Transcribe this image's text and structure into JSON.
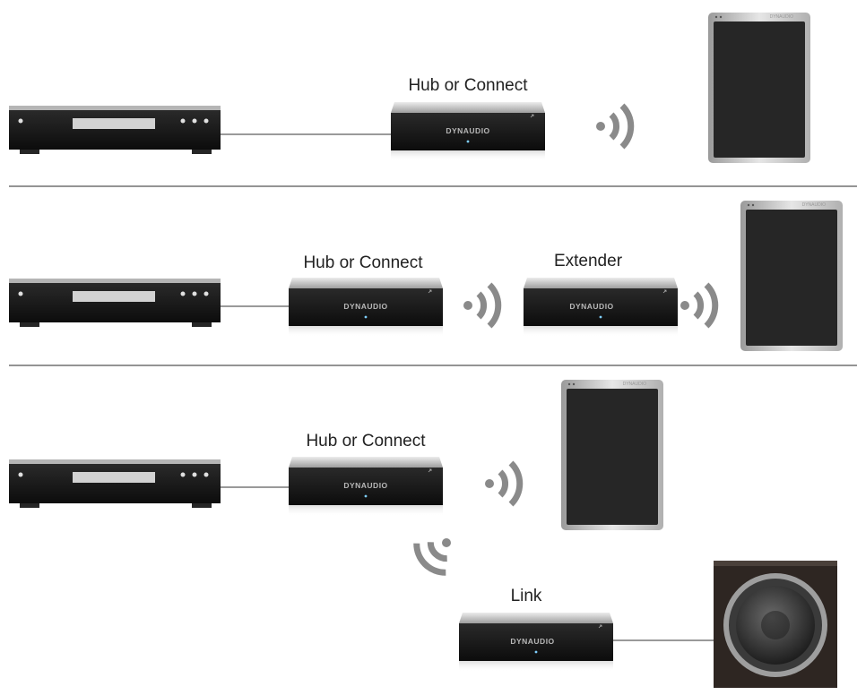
{
  "labels": {
    "hub_1": "Hub or Connect",
    "hub_2": "Hub or Connect",
    "extender": "Extender",
    "hub_3": "Hub or Connect",
    "link": "Link"
  },
  "brand": {
    "hub_1": "DYNAUDIO",
    "hub_2": "DYNAUDIO",
    "extender": "DYNAUDIO",
    "hub_3": "DYNAUDIO",
    "link": "DYNAUDIO",
    "speaker_1": "DYNAUDIO",
    "speaker_2": "DYNAUDIO",
    "speaker_3": "DYNAUDIO"
  },
  "colors": {
    "device_body": "#161616",
    "device_top": "#d8d8d8",
    "cable": "#9a9a9a",
    "wireless": "#8a8a8a",
    "divider": "#555555",
    "speaker_grille": "#262626",
    "speaker_frame": "#cfcfcf",
    "subwoofer_cabinet": "#2e2622"
  },
  "icons": {
    "source_player": "cd-player-icon",
    "hub": "hub-device-icon",
    "wireless": "wireless-signal-icon",
    "speaker": "speaker-icon",
    "subwoofer": "subwoofer-icon"
  }
}
